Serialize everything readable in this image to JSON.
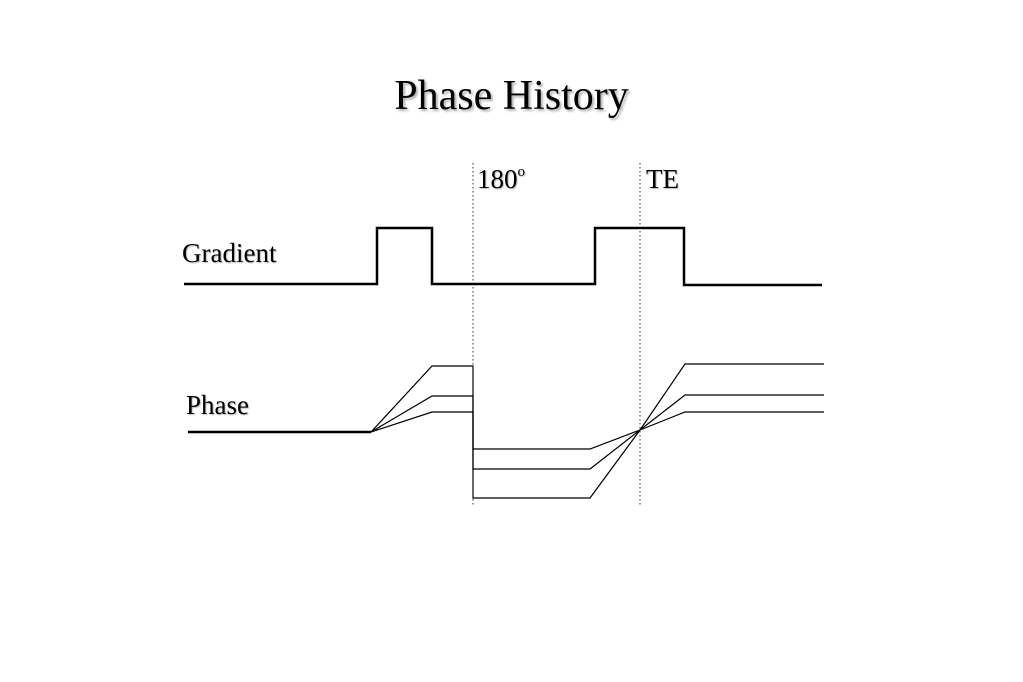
{
  "title": "Phase History",
  "labels": {
    "gradient": "Gradient",
    "phase": "Phase",
    "pulse_number": "180",
    "pulse_superscript": "o",
    "echo_time": "TE"
  }
}
